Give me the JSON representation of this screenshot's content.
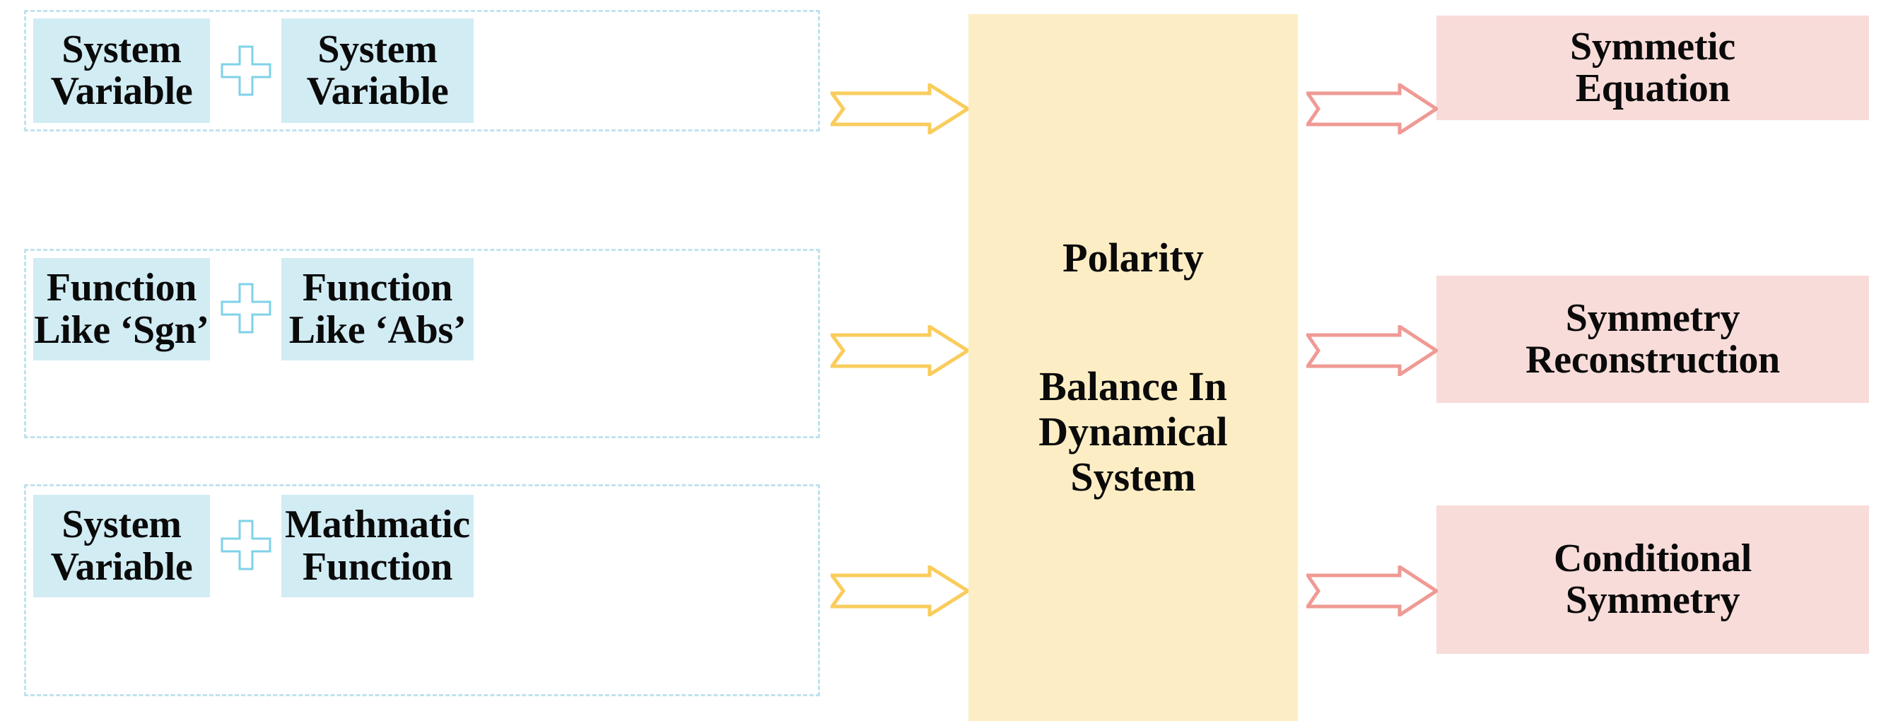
{
  "diagram": {
    "title": "Polarity Balance In Dynamical System",
    "colors": {
      "input_box_fill": "#d2ecf4",
      "center_box_fill": "#fdedc4",
      "output_box_fill": "#f8dcd9",
      "group_frame_border": "#bfe3ee",
      "plus_sign": "#7fd2e8",
      "yellow_arrow": "#f9cc5c",
      "rose_arrow": "#ef9a94",
      "text": "#0a0a0a"
    },
    "rows": [
      {
        "left_input": "System\nVariable",
        "left_line1": "System",
        "left_line2": "Variable",
        "operator": "plus-sign",
        "right_input": "System\nVariable",
        "right_line1": "System",
        "right_line2": "Variable",
        "output_line1": "Symmetic",
        "output_line2": "Equation"
      },
      {
        "left_input": "Function Like ‘Sgn’",
        "left_line1": "Function",
        "left_line2": "Like ‘Sgn’",
        "operator": "plus-sign",
        "right_input": "Function Like ‘Abs’",
        "right_line1": "Function",
        "right_line2": "Like ‘Abs’",
        "output_line1": "Symmetry",
        "output_line2": "Reconstruction"
      },
      {
        "left_input": "System Variable",
        "left_line1": "System",
        "left_line2": "Variable",
        "operator": "plus-sign",
        "right_input": "Mathmatic Function",
        "right_line1": "Mathmatic",
        "right_line2": "Function",
        "output_line1": "Conditional",
        "output_line2": "Symmetry"
      }
    ],
    "center": {
      "line1": "Polarity",
      "line2": "Balance In\nDynamical\nSystem"
    }
  }
}
